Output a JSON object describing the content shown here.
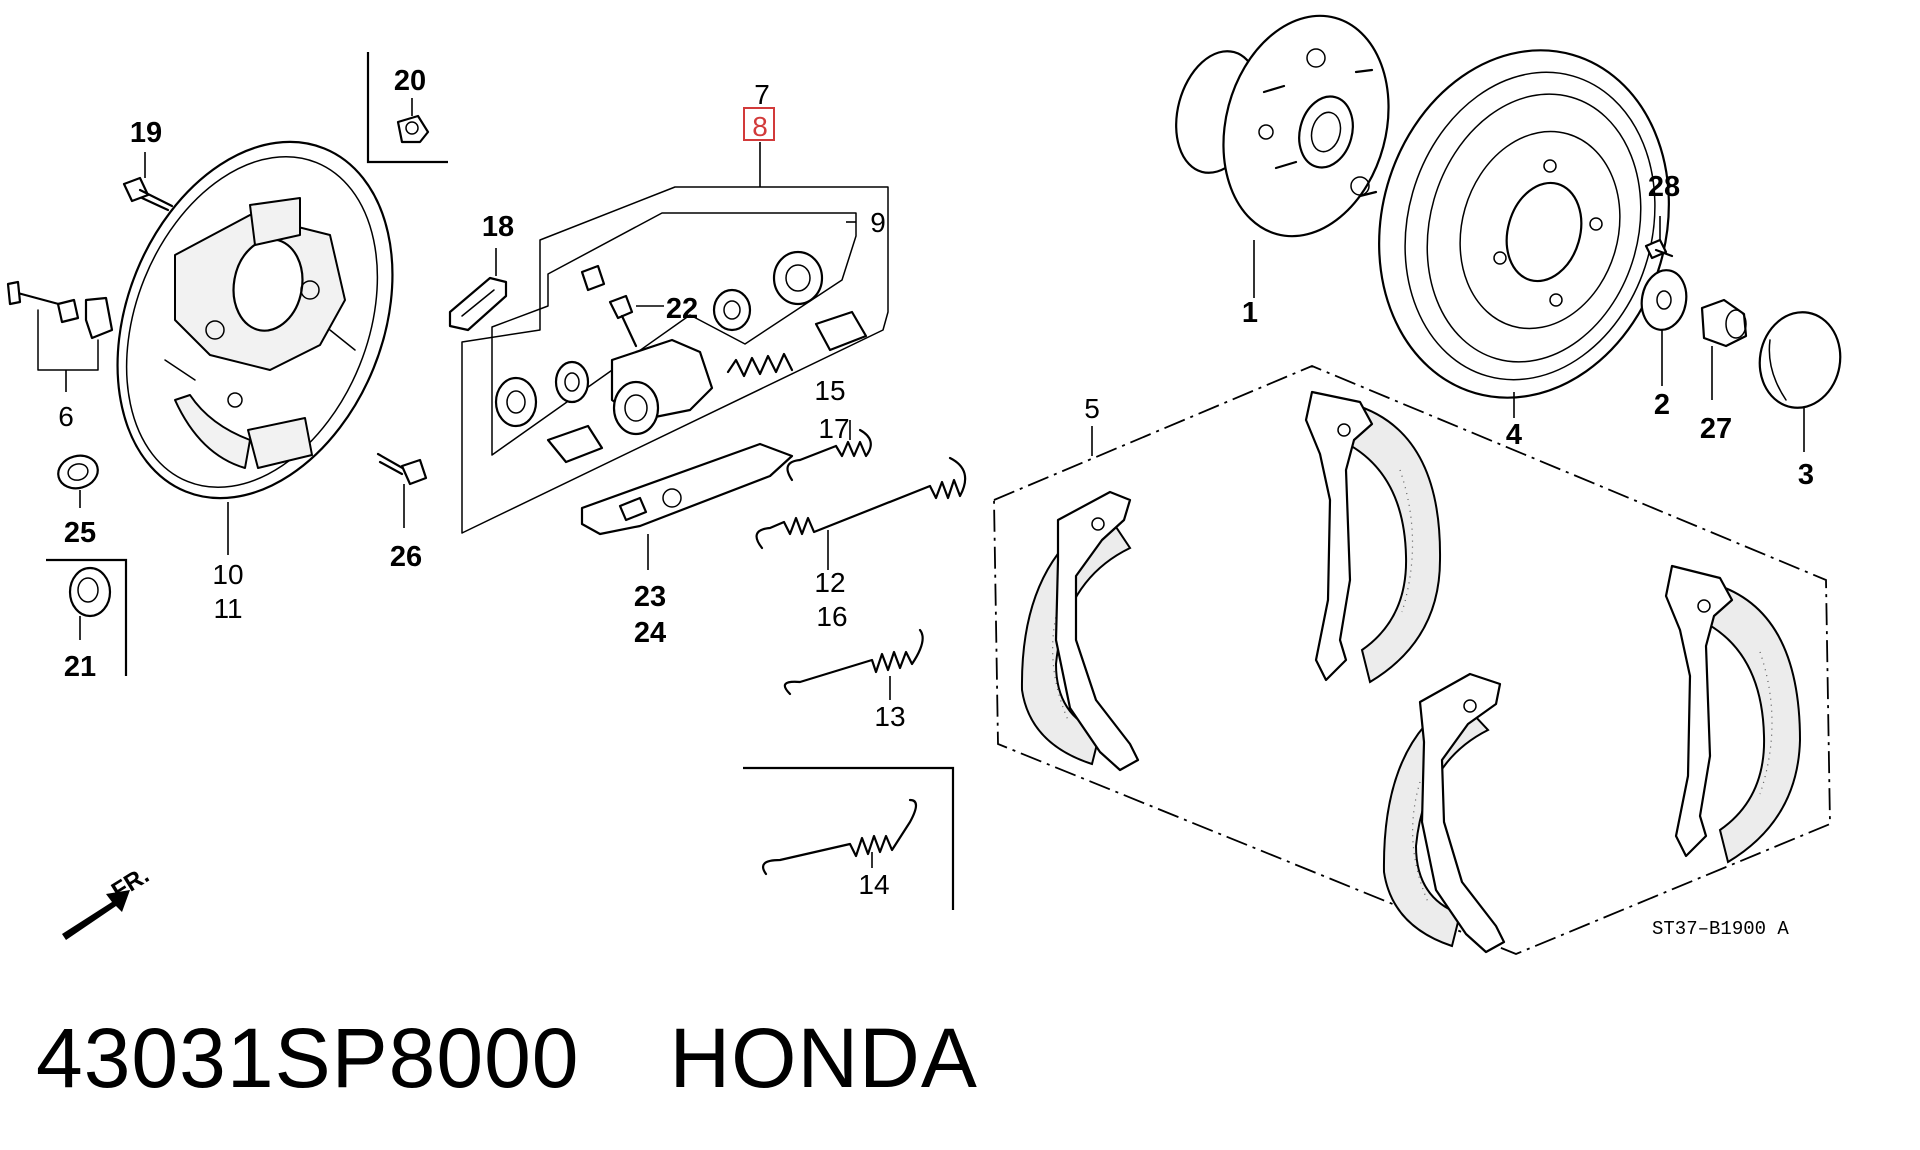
{
  "callouts": {
    "c1": "1",
    "c2": "2",
    "c3": "3",
    "c4": "4",
    "c5": "5",
    "c6": "6",
    "c7": "7",
    "c8": "8",
    "c9": "9",
    "c10": "10",
    "c11": "11",
    "c12": "12",
    "c13": "13",
    "c14": "14",
    "c15": "15",
    "c16": "16",
    "c17": "17",
    "c18": "18",
    "c19": "19",
    "c20": "20",
    "c21": "21",
    "c22": "22",
    "c23": "23",
    "c24": "24",
    "c25": "25",
    "c26": "26",
    "c27": "27",
    "c28": "28"
  },
  "highlighted_callout": "8",
  "highlight_color": "#d23a3a",
  "diagram_code": "ST37–B1900 A",
  "direction_label": "FR.",
  "footer": {
    "part_number": "43031SP8000",
    "brand": "HONDA"
  }
}
